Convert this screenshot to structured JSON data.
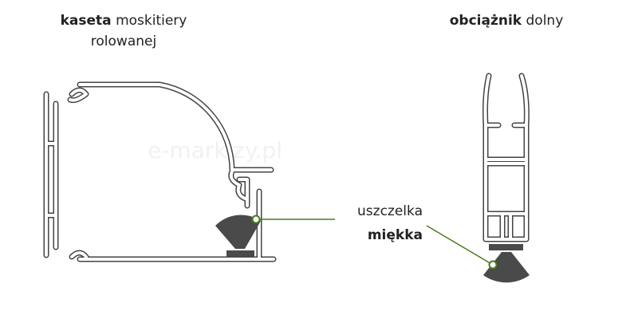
{
  "cassette_label": {
    "bold": "kaseta",
    "rest": "moskitiery",
    "line2": "rolowanej"
  },
  "weight_bar_label": {
    "bold": "obciążnik",
    "rest": "dolny"
  },
  "seal_label": {
    "line1": "uszczelka",
    "line2": "miękka"
  },
  "watermark": "e-markizy.pl",
  "colors": {
    "profile": "#444444",
    "seal": "#4a4a4a",
    "leader": "#4a7a1c"
  }
}
